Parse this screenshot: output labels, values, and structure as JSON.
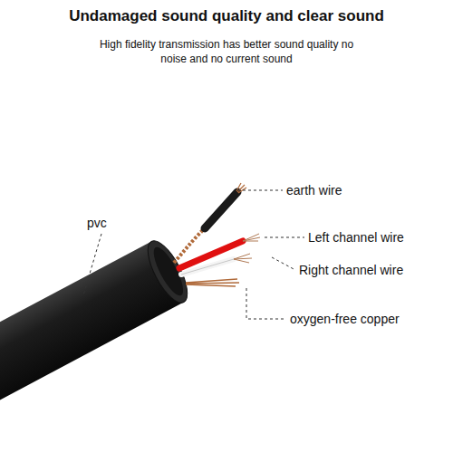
{
  "diagram": {
    "title": "Undamaged sound quality and clear sound",
    "labels": [
      "High fidelity transmission has better sound quality no noise and no current sound",
      "pvc",
      "earth wire",
      "Left channel wire",
      "Right channel wire",
      "oxygen-free copper"
    ]
  }
}
